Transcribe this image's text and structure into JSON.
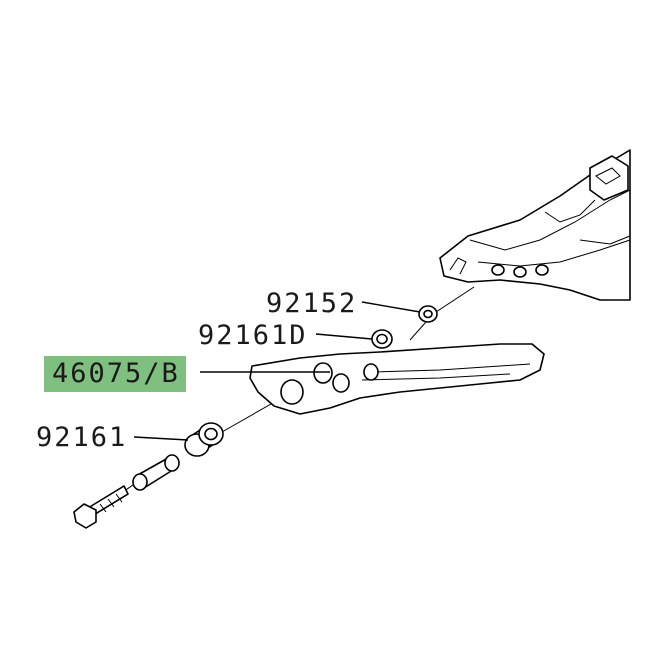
{
  "labels": {
    "part_92152": "92152",
    "part_92161D": "92161D",
    "part_46075B": "46075/B",
    "part_92161": "92161"
  },
  "colors": {
    "highlight": "#7fbf7f",
    "line": "#000000",
    "background": "#ffffff"
  }
}
